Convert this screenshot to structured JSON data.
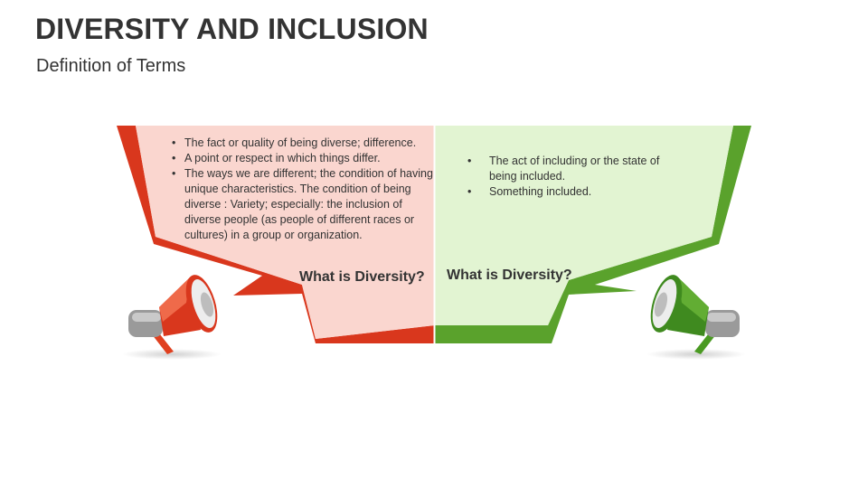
{
  "slide": {
    "title": "DIVERSITY AND INCLUSION",
    "subtitle": "Definition of Terms"
  },
  "left_panel": {
    "bullets": [
      "The fact or quality of being diverse; difference.",
      "A point or respect in which things differ.",
      "The ways we are different; the condition of having unique characteristics. The condition of being diverse : Variety; especially: the inclusion of diverse people (as people of different races or cultures) in a group or organization."
    ],
    "label": "What is Diversity?",
    "colors": {
      "fill": "#fad6cf",
      "accent": "#d9371d"
    }
  },
  "right_panel": {
    "bullets": [
      "The act of including or the state of being included.",
      "Something included."
    ],
    "label": "What is Diversity?",
    "colors": {
      "fill": "#e2f4d2",
      "accent": "#5aa22c"
    }
  },
  "icons": {
    "left": "megaphone-icon",
    "right": "megaphone-icon"
  }
}
